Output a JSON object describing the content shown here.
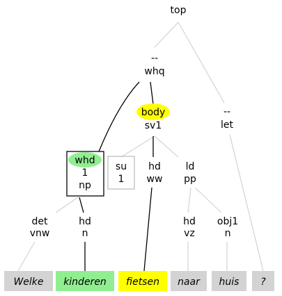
{
  "colors": {
    "highlight_green": "#90ee90",
    "highlight_yellow": "#ffff00",
    "word_gray": "#d3d3d3",
    "edge_gray": "#d3d3d3",
    "box_gray": "#bebebe",
    "black": "#000000"
  },
  "tree": {
    "root": {
      "label": "top"
    },
    "whq": {
      "rel": "--",
      "cat": "whq"
    },
    "let": {
      "rel": "--",
      "cat": "let"
    },
    "whd": {
      "rel": "whd",
      "index": "1",
      "cat": "np"
    },
    "body": {
      "rel": "body",
      "cat": "sv1"
    },
    "su": {
      "rel": "su",
      "index": "1"
    },
    "hd_ww": {
      "rel": "hd",
      "cat": "ww"
    },
    "ld": {
      "rel": "ld",
      "cat": "pp"
    },
    "det": {
      "rel": "det",
      "cat": "vnw"
    },
    "hd_n": {
      "rel": "hd",
      "cat": "n"
    },
    "hd_vz": {
      "rel": "hd",
      "cat": "vz"
    },
    "obj1": {
      "rel": "obj1",
      "cat": "n"
    }
  },
  "words": [
    "Welke",
    "kinderen",
    "fietsen",
    "naar",
    "huis",
    "?"
  ]
}
